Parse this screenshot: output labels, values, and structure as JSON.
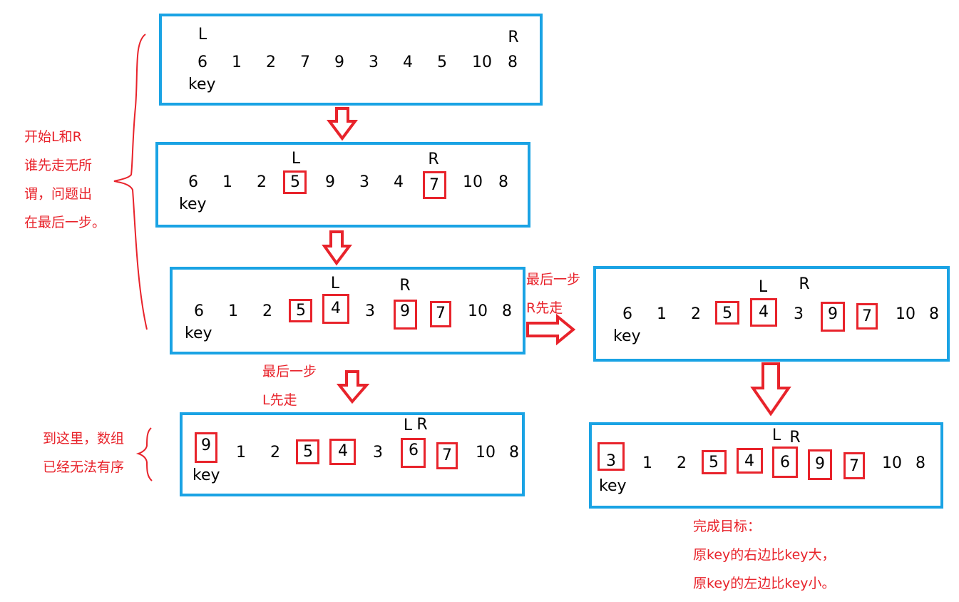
{
  "key_label": "key",
  "pointers": {
    "left": "L",
    "right": "R"
  },
  "panels": {
    "p1": {
      "values": [
        "6",
        "1",
        "2",
        "7",
        "9",
        "3",
        "4",
        "5",
        "10",
        "8"
      ]
    },
    "p2": {
      "values": [
        "6",
        "1",
        "2",
        "5",
        "9",
        "3",
        "4",
        "7",
        "10",
        "8"
      ]
    },
    "p3": {
      "values": [
        "6",
        "1",
        "2",
        "5",
        "4",
        "3",
        "9",
        "7",
        "10",
        "8"
      ]
    },
    "p4": {
      "values": [
        "9",
        "1",
        "2",
        "5",
        "4",
        "3",
        "6",
        "7",
        "10",
        "8"
      ]
    },
    "p5": {
      "values": [
        "6",
        "1",
        "2",
        "5",
        "4",
        "3",
        "9",
        "7",
        "10",
        "8"
      ]
    },
    "p6": {
      "values": [
        "3",
        "1",
        "2",
        "5",
        "4",
        "6",
        "9",
        "7",
        "10",
        "8"
      ]
    }
  },
  "notes": {
    "start": [
      "开始L和R",
      "谁先走无所",
      "谓，问题出",
      "在最后一步。"
    ],
    "r_first": [
      "最后一步",
      "R先走"
    ],
    "l_first": [
      "最后一步",
      "L先走"
    ],
    "unordered": [
      "到这里，数组",
      "已经无法有序"
    ],
    "goal": [
      "完成目标：",
      "原key的右边比key大，",
      "原key的左边比key小。"
    ]
  },
  "colors": {
    "panel_border": "#1aa3e4",
    "highlight": "#e8232b"
  }
}
